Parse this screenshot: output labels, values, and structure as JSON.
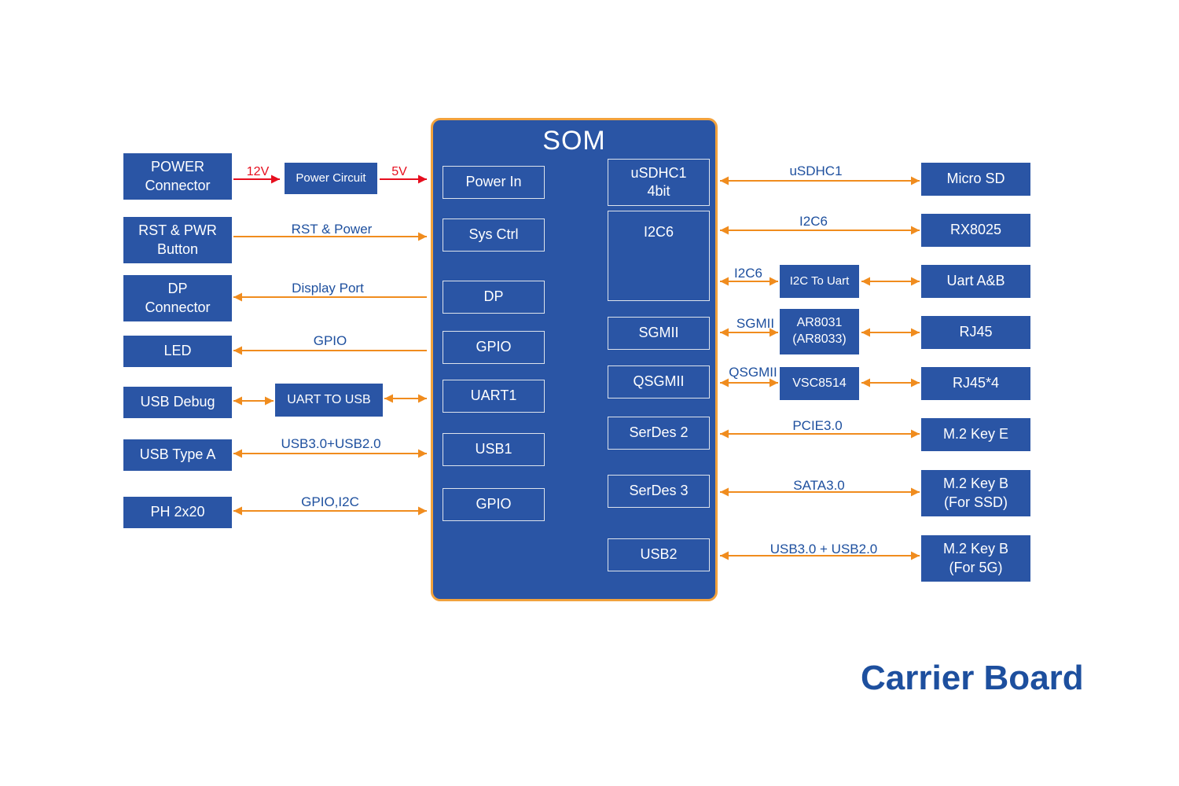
{
  "title": "Carrier Board",
  "som": {
    "title": "SOM",
    "left_ports": [
      "Power In",
      "Sys Ctrl",
      "DP",
      "GPIO",
      "UART1",
      "USB1",
      "GPIO"
    ],
    "right_ports": [
      "uSDHC1\n4bit",
      "I2C6",
      "SGMII",
      "QSGMII",
      "SerDes 2",
      "SerDes 3",
      "USB2"
    ]
  },
  "left_blocks": [
    "POWER\nConnector",
    "RST & PWR\nButton",
    "DP\nConnector",
    "LED",
    "USB Debug",
    "USB Type A",
    "PH 2x20"
  ],
  "bridge_blocks": {
    "power_circuit": "Power Circuit",
    "uart_to_usb": "UART TO USB",
    "i2c_to_uart": "I2C To Uart",
    "ethernet_phy": "AR8031\n(AR8033)",
    "quad_phy": "VSC8514"
  },
  "right_blocks": [
    "Micro SD",
    "RX8025",
    "Uart A&B",
    "RJ45",
    "RJ45*4",
    "M.2 Key E",
    "M.2 Key B\n(For SSD)",
    "M.2 Key B\n(For 5G)"
  ],
  "bus_labels": {
    "v12": "12V",
    "v5": "5V",
    "rst_power": "RST & Power",
    "display_port": "Display Port",
    "gpio": "GPIO",
    "usb_left": "USB3.0+USB2.0",
    "gpio_i2c": "GPIO,I2C",
    "usdhc1": "uSDHC1",
    "i2c6_rtc": "I2C6",
    "i2c6_uart": "I2C6",
    "sgmii": "SGMII",
    "qsgmii": "QSGMII",
    "pcie": "PCIE3.0",
    "sata": "SATA3.0",
    "usb_right": "USB3.0 + USB2.0"
  },
  "colors": {
    "block_blue": "#2a55a5",
    "som_border_orange": "#f2a23d",
    "arrow_orange": "#f08c1e",
    "arrow_red": "#e60e1e",
    "label_blue": "#1d4f9e"
  }
}
